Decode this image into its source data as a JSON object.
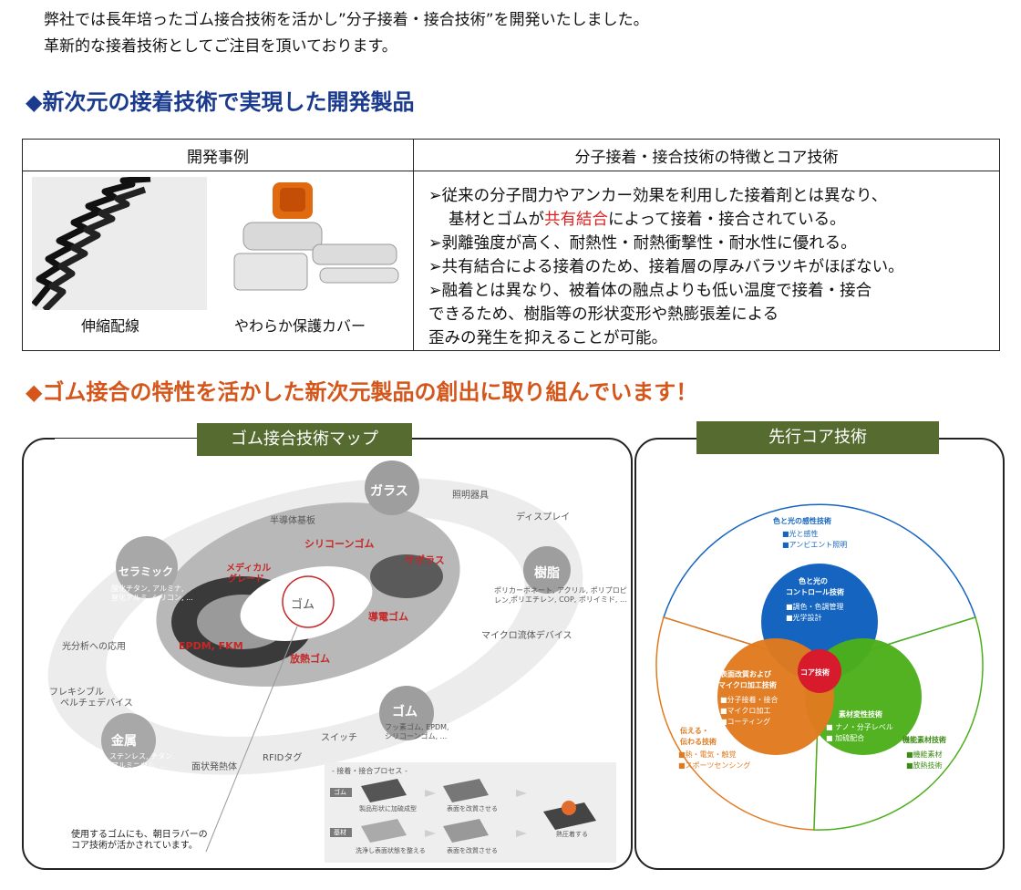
{
  "intro": {
    "line1": "弊社では長年培ったゴム接合技術を活かし”分子接着・接合技術”を開発いたしました。",
    "line2": "革新的な接着技術としてご注目を頂いております。"
  },
  "heading1": "◆新次元の接着技術で実現した開発製品",
  "table": {
    "col1_header": "開発事例",
    "col2_header": "分子接着・接合技術の特徴とコア技術",
    "caption_left": "伸縮配線",
    "caption_right": "やわらか保護カバー",
    "features": {
      "f1a": "➢従来の分子間力やアンカー効果を利用した接着剤とは異なり、",
      "f1b_pre": "基材とゴムが",
      "f1b_red": "共有結合",
      "f1b_post": "によって接着・接合されている。",
      "f2": "➢剥離強度が高く、耐熱性・耐熱衝撃性・耐水性に優れる。",
      "f3": "➢共有結合による接着のため、接着層の厚みバラツキがほぼない。",
      "f4a": "➢融着とは異なり、被着体の融点よりも低い温度で接着・接合",
      "f4b": "できるため、樹脂等の形状変形や熱膨張差による",
      "f4c": "歪みの発生を抑えることが可能。"
    }
  },
  "heading2": "◆ゴム接合の特性を活かした新次元製品の創出に取り組んでいます！",
  "map": {
    "title": "ゴム接合技術マップ",
    "center": "ゴム",
    "nodes": {
      "glass": "ガラス",
      "ceramic": "セラミック",
      "ceramic_sub1": "酸化チタン, アルミナ,",
      "ceramic_sub2": "窒化アルミ, シリコン, ...",
      "resin": "樹脂",
      "resin_sub1": "ポリカーボネート, アクリル, ポリプロピレン,",
      "resin_sub2": "ポリエチレン, COP, ポリイミド, ...",
      "rubber": "ゴム",
      "rubber_sub1": "フッ素ゴム, EPDM,",
      "rubber_sub2": "シリコーンゴム, ...",
      "metal": "金属",
      "metal_sub1": "ステンレス, チタン,",
      "metal_sub2": "アルミニウム, ..."
    },
    "ring_labels": {
      "lighting": "照明器具",
      "semiconductor": "半導体基板",
      "display": "ディスプレイ",
      "spectro": "光分析への応用",
      "microfluid": "マイクロ流体デバイス",
      "flex1": "フレキシブル",
      "flex2": "ペルチェデバイス",
      "switch": "スイッチ",
      "rfid": "RFIDタグ",
      "heater": "面状発熱体"
    },
    "red_labels": {
      "silicone": "シリコーンゴム",
      "medical1": "メディカル",
      "medical2": "グレード",
      "saporasu": "サポラス",
      "conductive": "導電ゴム",
      "epdm": "EPDM, FKM",
      "heat": "放熱ゴム"
    },
    "note1": "使用するゴムにも、朝日ラバーの",
    "note2": "コア技術が活かされています。",
    "process": {
      "title": "- 接着・接合プロセス -",
      "tag_rubber": "ゴム",
      "tag_base": "基材",
      "step1": "製品形状に加硫成型",
      "step2": "表面を改質させる",
      "step3": "洗浄し表面状態を整える",
      "step4": "表面を改質させる",
      "step5": "熱圧着する"
    }
  },
  "core": {
    "title": "先行コア技術",
    "top_title": "色と光の感性技術",
    "top_items": [
      "■光と感性",
      "■アンビエント照明"
    ],
    "blue_title1": "色と光の",
    "blue_title2": "コントロール技術",
    "blue_items": [
      "■調色・色調管理",
      "■光学設計"
    ],
    "orange_title1": "表面改質および",
    "orange_title2": "マイクロ加工技術",
    "orange_items": [
      "■分子接着・接合",
      "■マイクロ加工",
      "■コーティング"
    ],
    "green_title": "素材変性技術",
    "green_items": [
      "■ ナノ・分子レベル",
      "■ 加硫配合"
    ],
    "center": "コア技術",
    "left_title1": "伝える・",
    "left_title2": "伝わる技術",
    "left_items": [
      "■熱・電気・触覚",
      "■スポーツセンシング"
    ],
    "right_title": "機能素材技術",
    "right_items": [
      "■機能素材",
      "■放熱技術"
    ],
    "colors": {
      "blue": "#1565c0",
      "orange": "#e07a1f",
      "green": "#4caf1a",
      "red": "#d81b2c"
    }
  }
}
